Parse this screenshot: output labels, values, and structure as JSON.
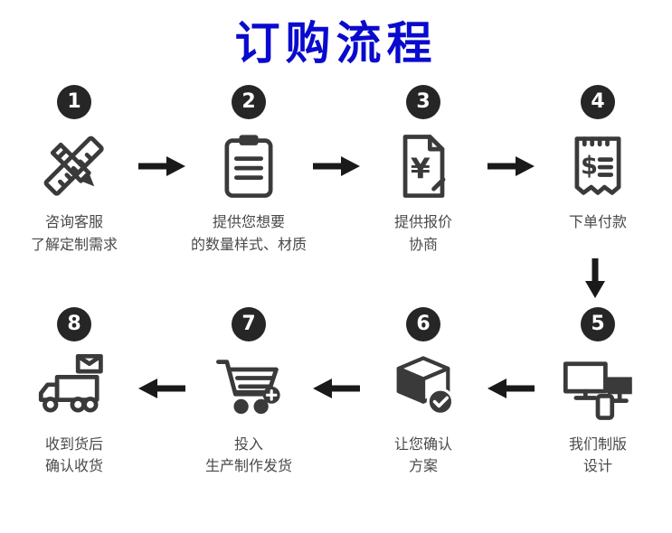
{
  "title": "订购流程",
  "colors": {
    "accent": "#0a0ace",
    "icon": "#3a3a3a",
    "arrow": "#1a1a1a",
    "text": "#4a4a4a",
    "badge": "#262626"
  },
  "steps": [
    {
      "number": "1",
      "icon": "pencil-ruler-icon",
      "line1": "咨询客服",
      "line2": "了解定制需求"
    },
    {
      "number": "2",
      "icon": "clipboard-icon",
      "line1": "提供您想要",
      "line2": "的数量样式、材质"
    },
    {
      "number": "3",
      "icon": "quote-document-icon",
      "line1": "提供报价",
      "line2": "协商"
    },
    {
      "number": "4",
      "icon": "receipt-icon",
      "line1": "下单付款",
      "line2": ""
    },
    {
      "number": "5",
      "icon": "devices-icon",
      "line1": "我们制版",
      "line2": "设计"
    },
    {
      "number": "6",
      "icon": "package-check-icon",
      "line1": "让您确认",
      "line2": "方案"
    },
    {
      "number": "7",
      "icon": "cart-icon",
      "line1": "投入",
      "line2": "生产制作发货"
    },
    {
      "number": "8",
      "icon": "truck-icon",
      "line1": "收到货后",
      "line2": "确认收货"
    }
  ]
}
